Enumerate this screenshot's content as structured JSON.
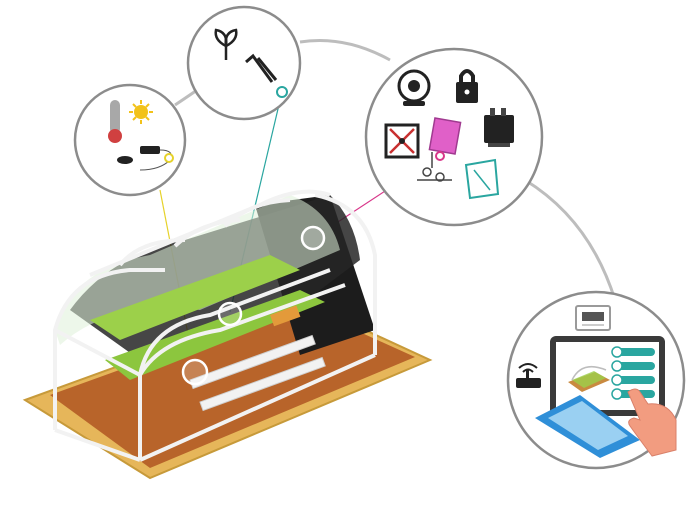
{
  "diagram": {
    "kind": "smart-greenhouse-iot-illustration",
    "colors": {
      "ground": "#e6b65a",
      "soil": "#b8642a",
      "frame": "#f2f2f2",
      "interior_dark": "#1c1c1c",
      "plants": "#9cd04a",
      "hotspot_ring": "#ffffff",
      "link_yellow": "#e6d22a",
      "link_teal": "#2aa6a0",
      "link_magenta": "#d8378a",
      "bubble_border": "#8c8c8c",
      "connector_gray": "#bdbdbd",
      "tablet_blue": "#2f8fd8",
      "app_button": "#2aa6a0",
      "hand_skin": "#f29c80"
    },
    "bubbles": [
      {
        "id": "climate-sensors",
        "icons": [
          "thermometer-icon",
          "sun-icon",
          "light-sensor-icon"
        ]
      },
      {
        "id": "soil-sensors",
        "icons": [
          "leaf-icon",
          "soil-probe-icon"
        ]
      },
      {
        "id": "actuators",
        "icons": [
          "camera-icon",
          "padlock-icon",
          "fan-icon",
          "grow-light-icon",
          "controller-box-icon",
          "irrigation-icon",
          "window-opener-icon"
        ]
      },
      {
        "id": "remote-control",
        "icons": [
          "wifi-router-icon",
          "display-unit-icon",
          "tablet-icon",
          "touch-hand-icon"
        ]
      }
    ]
  }
}
